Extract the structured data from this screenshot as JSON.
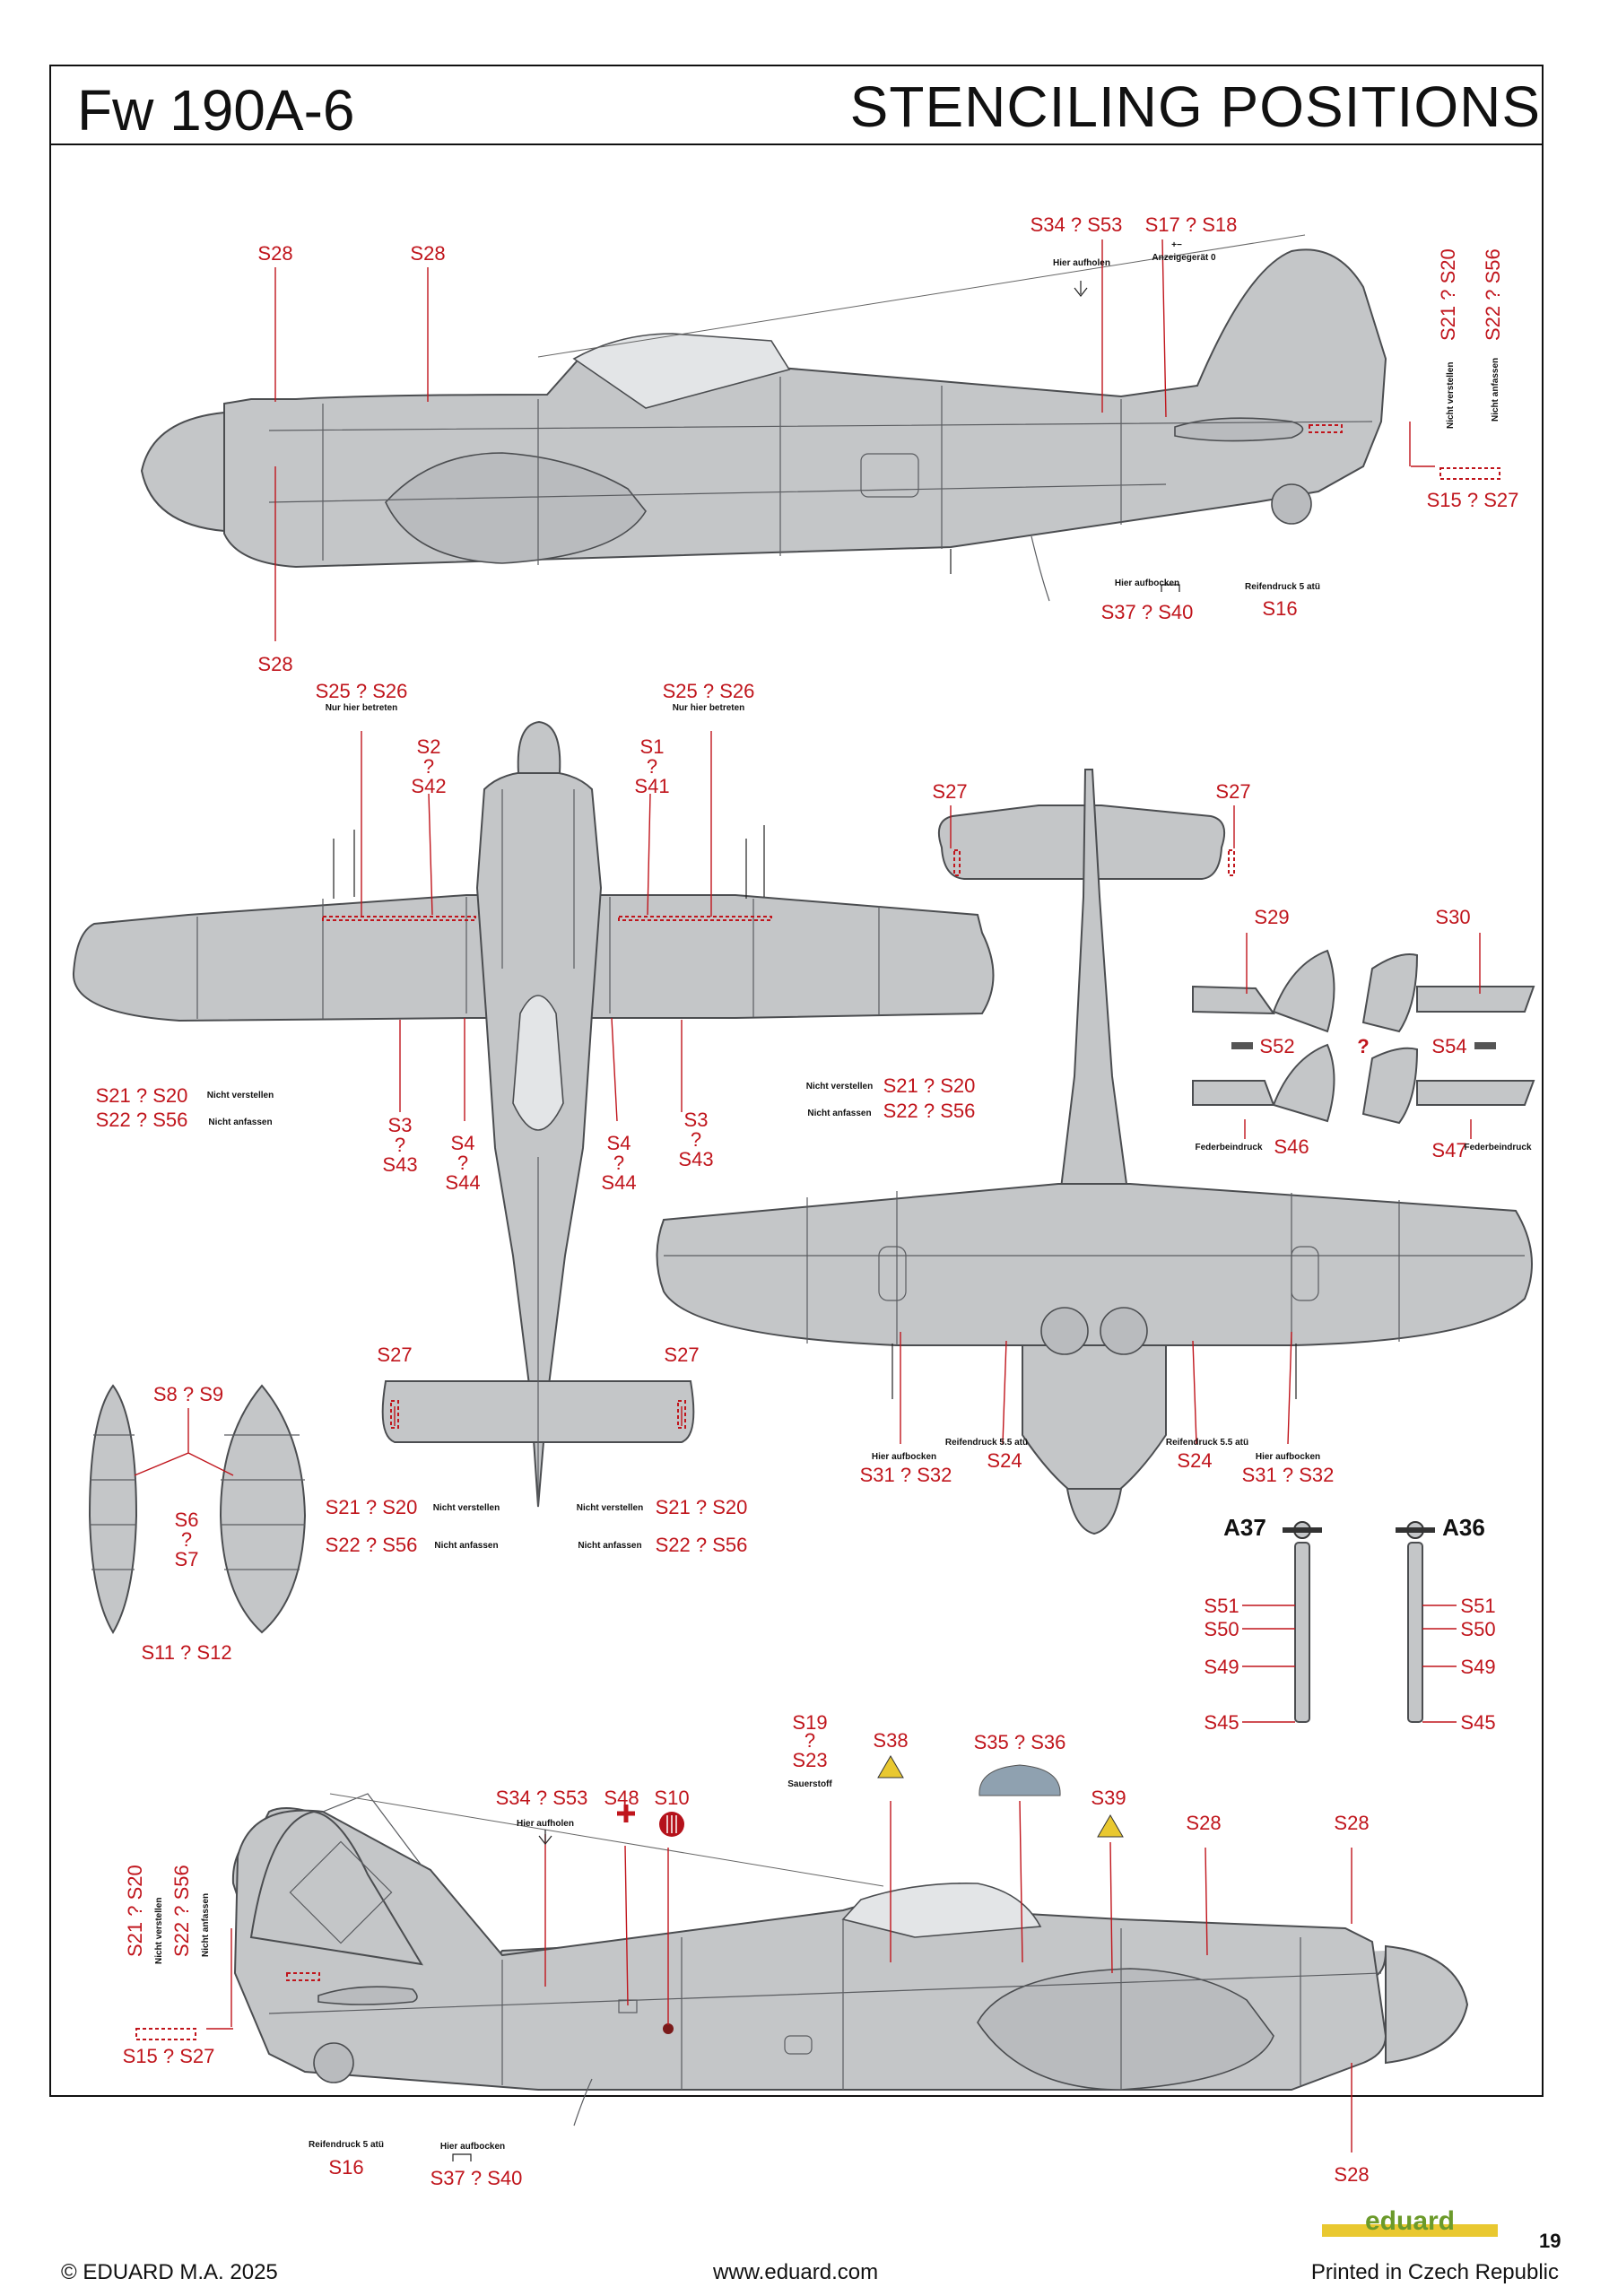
{
  "header": {
    "model": "Fw 190A-6",
    "sheet_title": "STENCILING POSITIONS"
  },
  "footer": {
    "copyright": "© EDUARD M.A. 2025",
    "website": "www.eduard.com",
    "printed": "Printed in Czech Republic",
    "page_number": "19",
    "logo_text": "eduard"
  },
  "colors": {
    "callout": "#c0151c",
    "aircraft_grey": "#c4c6c8",
    "panel_line": "#4b4d50",
    "frame": "#111111",
    "logo_green": "#6b9a2a",
    "logo_yellow": "#e9c830"
  },
  "side_left": {
    "labels": {
      "s28_a": "S28",
      "s28_b": "S28",
      "s28_c": "S28",
      "s34_s53": "S34 ? S53",
      "s17_s18": "S17 ? S18",
      "s21_s20": "S21 ? S20",
      "s22_s56": "S22 ? S56",
      "s15_s27": "S15 ? S27",
      "s37_s40": "S37 ? S40",
      "s16": "S16"
    },
    "stencils": {
      "hier_aufholen": "Hier aufholen",
      "anzeigegerat": "Anzeigegerät 0",
      "plus_minus": "+−",
      "nicht_verstellen": "Nicht verstellen",
      "nicht_anfassen": "Nicht anfassen",
      "hier_aufbocken": "Hier aufbocken",
      "reifendruck": "Reifendruck 5 atü"
    }
  },
  "top_view": {
    "labels": {
      "s25_s26_a": "S25 ? S26",
      "s25_s26_b": "S25 ? S26",
      "s2": "S2",
      "s42": "S42",
      "s1": "S1",
      "s41": "S41",
      "q": "?",
      "s21_s20_a": "S21 ? S20",
      "s22_s56_a": "S22 ? S56",
      "s21_s20_b": "S21 ? S20",
      "s22_s56_b": "S22 ? S56",
      "s3_a": "S3",
      "s43_a": "S43",
      "s4_a": "S4",
      "s44_a": "S44",
      "s4_b": "S4",
      "s44_b": "S44",
      "s3_b": "S3",
      "s43_b": "S43",
      "s27_a": "S27",
      "s27_b": "S27",
      "s21_s20_c": "S21 ? S20",
      "s22_s56_c": "S22 ? S56",
      "s21_s20_d": "S21 ? S20",
      "s22_s56_d": "S22 ? S56"
    },
    "stencils": {
      "nur_hier_betreten": "Nur hier betreten",
      "nicht_verstellen": "Nicht verstellen",
      "nicht_anfassen": "Nicht anfassen"
    }
  },
  "bottom_view": {
    "labels": {
      "s27_a": "S27",
      "s27_b": "S27",
      "s29": "S29",
      "s30": "S30",
      "s52": "S52",
      "s54": "S54",
      "q": "?",
      "s46": "S46",
      "s47": "S47",
      "s24_a": "S24",
      "s24_b": "S24",
      "s31_s32_a": "S31 ? S32",
      "s31_s32_b": "S31 ? S32"
    },
    "stencils": {
      "federbeindruck": "Federbeindruck",
      "reifendruck": "Reifendruck 5.5 atü",
      "hier_aufbocken": "Hier aufbocken"
    }
  },
  "drop_tank": {
    "labels": {
      "s8_s9": "S8 ? S9",
      "s6": "S6",
      "q": "?",
      "s7": "S7",
      "s11_s12": "S11 ? S12"
    }
  },
  "gear_legs": {
    "left": {
      "title": "A37",
      "s51": "S51",
      "s50": "S50",
      "s49": "S49",
      "s45": "S45"
    },
    "right": {
      "title": "A36",
      "s51": "S51",
      "s50": "S50",
      "s49": "S49",
      "s45": "S45"
    }
  },
  "side_right": {
    "labels": {
      "s21_s20": "S21 ? S20",
      "s22_s56": "S22 ? S56",
      "s15_s27": "S15 ? S27",
      "s34_s53": "S34 ? S53",
      "s48": "S48",
      "s10": "S10",
      "s19": "S19",
      "q": "?",
      "s23": "S23",
      "s38": "S38",
      "s35_s36": "S35 ? S36",
      "s39": "S39",
      "s28_a": "S28",
      "s28_b": "S28",
      "s28_c": "S28",
      "s16": "S16",
      "s37_s40": "S37 ? S40"
    },
    "stencils": {
      "sauerstoff": "Sauerstoff",
      "hier_aufholen": "Hier aufholen",
      "nicht_verstellen": "Nicht verstellen",
      "nicht_anfassen": "Nicht anfassen",
      "reifendruck": "Reifendruck 5 atü",
      "hier_aufbocken": "Hier aufbocken"
    }
  }
}
